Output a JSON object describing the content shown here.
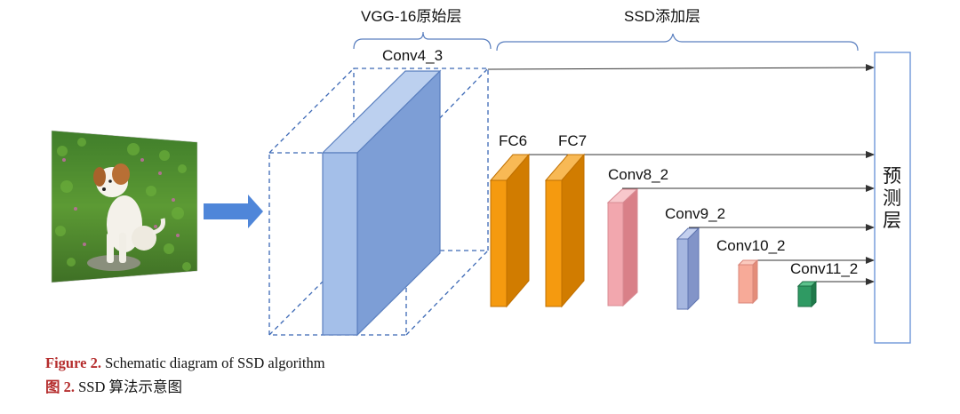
{
  "brackets": {
    "vgg_label": "VGG-16原始层",
    "ssd_label": "SSD添加层"
  },
  "layers": {
    "conv4_3": "Conv4_3",
    "fc6": "FC6",
    "fc7": "FC7",
    "conv8_2": "Conv8_2",
    "conv9_2": "Conv9_2",
    "conv10_2": "Conv10_2",
    "conv11_2": "Conv11_2"
  },
  "prediction": {
    "label_chars": [
      "预",
      "测",
      "层"
    ]
  },
  "caption": {
    "en_prefix": "Figure 2.",
    "en_text": " Schematic diagram of SSD algorithm",
    "zh_prefix": "图 2.",
    "zh_text": " SSD 算法示意图"
  },
  "colors": {
    "arrow_blue": "#4f86d9",
    "vgg_block": "#a4bfe9",
    "fc_orange": "#f59a0f",
    "conv8_pink": "#f2a7ae",
    "conv9_blue": "#a6b7e0",
    "conv10_salmon": "#f7aa98",
    "conv11_green": "#2f9a63",
    "dashed_outline": "#3b68b5",
    "prediction_border": "#6f97d8",
    "caption_red": "#b52d2d"
  },
  "icons": {
    "input_image": "puppy-photo"
  }
}
